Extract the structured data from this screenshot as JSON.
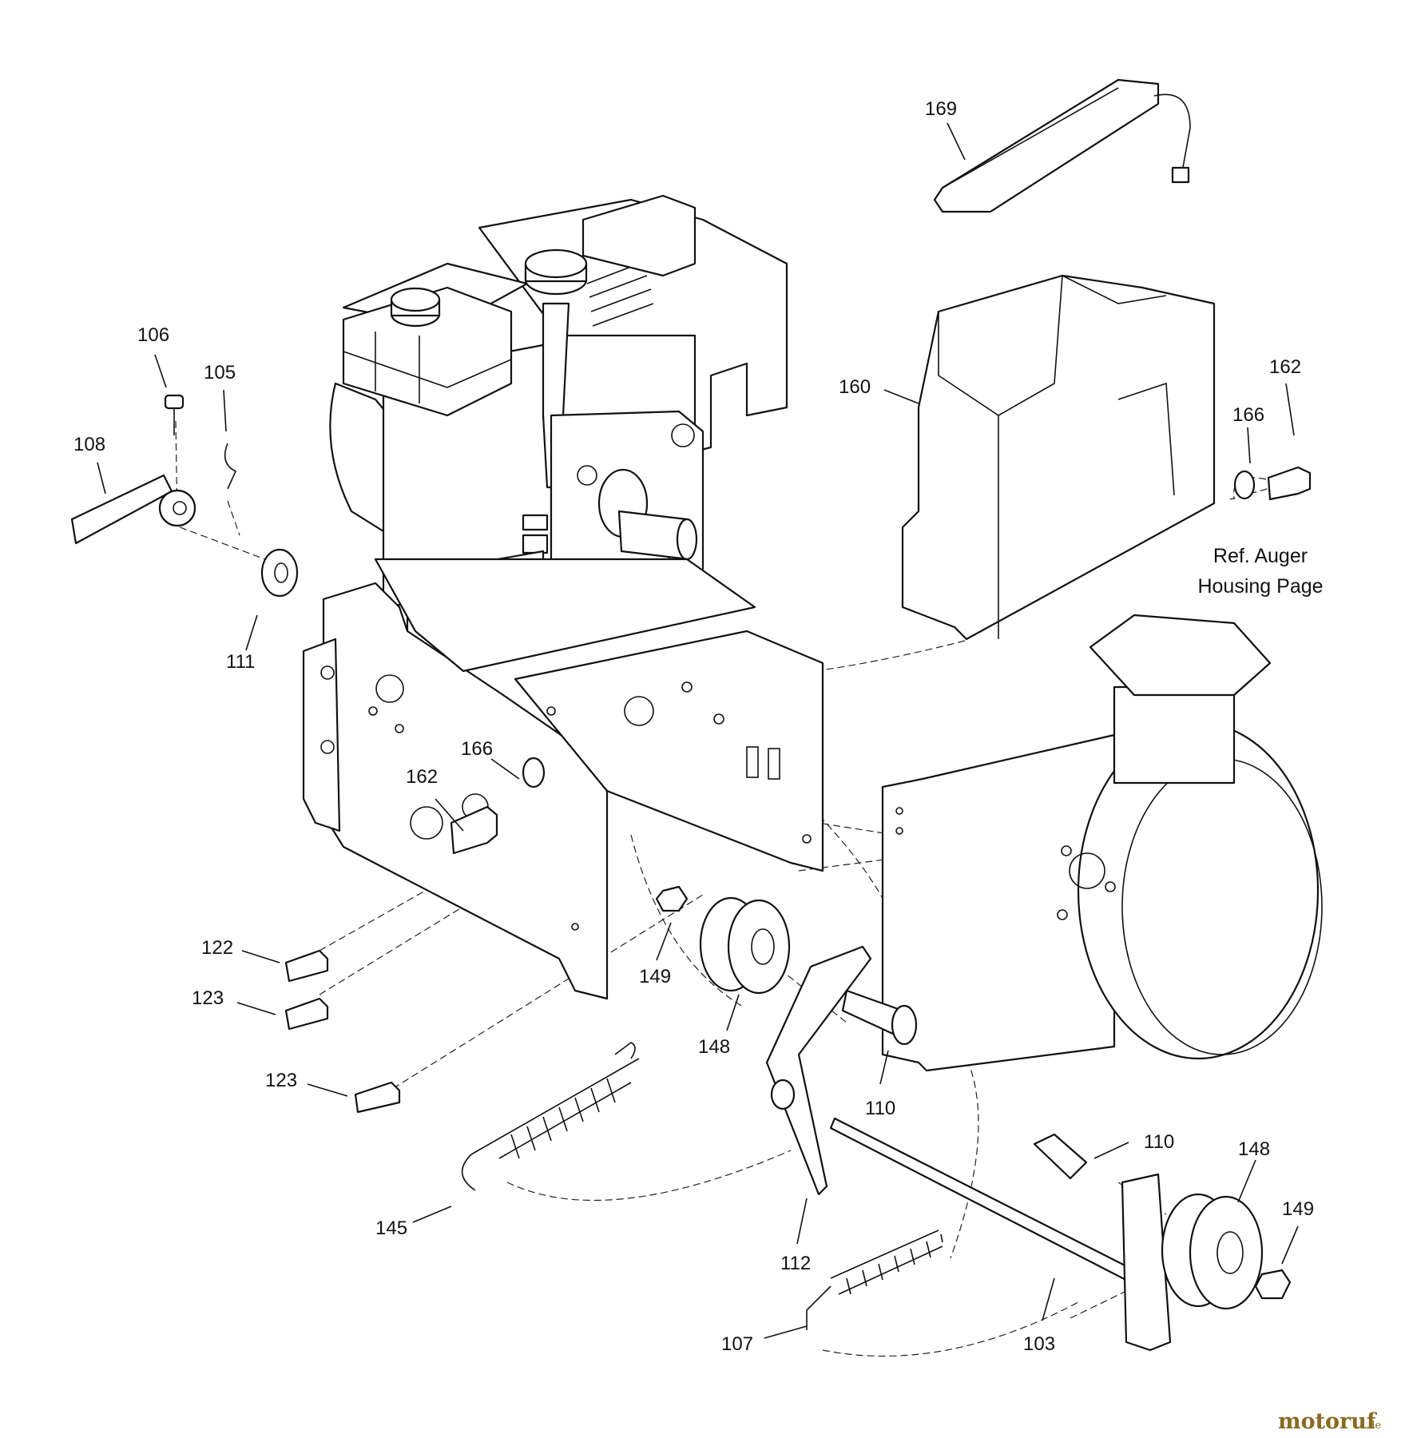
{
  "callouts": [
    {
      "id": "c169",
      "label": "169"
    },
    {
      "id": "c106",
      "label": "106"
    },
    {
      "id": "c105",
      "label": "105"
    },
    {
      "id": "c108",
      "label": "108"
    },
    {
      "id": "c111",
      "label": "111"
    },
    {
      "id": "c160",
      "label": "160"
    },
    {
      "id": "c162a",
      "label": "162"
    },
    {
      "id": "c166a",
      "label": "166"
    },
    {
      "id": "c166b",
      "label": "166"
    },
    {
      "id": "c162b",
      "label": "162"
    },
    {
      "id": "c122",
      "label": "122"
    },
    {
      "id": "c123a",
      "label": "123"
    },
    {
      "id": "c123b",
      "label": "123"
    },
    {
      "id": "c149a",
      "label": "149"
    },
    {
      "id": "c148a",
      "label": "148"
    },
    {
      "id": "c110a",
      "label": "110"
    },
    {
      "id": "c110b",
      "label": "110"
    },
    {
      "id": "c148b",
      "label": "148"
    },
    {
      "id": "c149b",
      "label": "149"
    },
    {
      "id": "c145",
      "label": "145"
    },
    {
      "id": "c112",
      "label": "112"
    },
    {
      "id": "c107",
      "label": "107"
    },
    {
      "id": "c103",
      "label": "103"
    }
  ],
  "reference_note": {
    "line1": "Ref. Auger",
    "line2": "Housing Page"
  },
  "watermark": {
    "name": "motoruf",
    "tld": ".de"
  }
}
